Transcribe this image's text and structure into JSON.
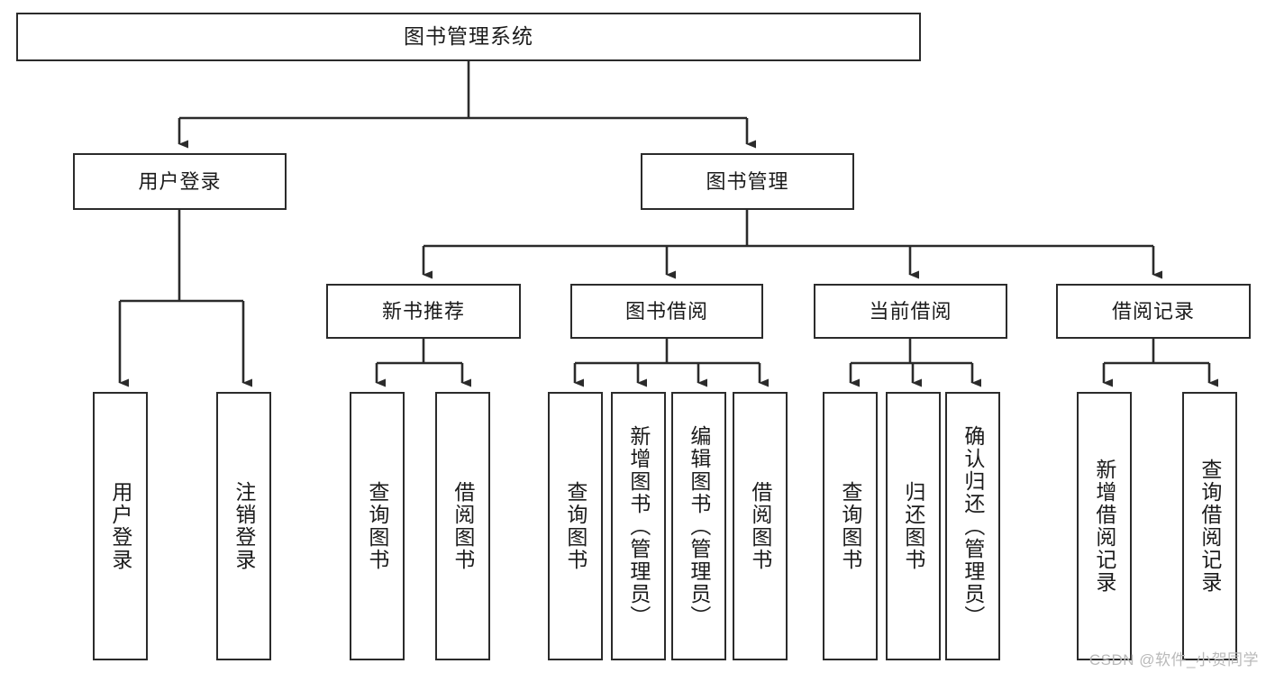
{
  "diagram": {
    "title": "图书管理系统",
    "type": "tree / hierarchy chart",
    "root": {
      "id": "root",
      "label": "图书管理系统"
    },
    "level2": [
      {
        "id": "user-login",
        "label": "用户登录"
      },
      {
        "id": "book-manage",
        "label": "图书管理"
      }
    ],
    "level3": [
      {
        "id": "new-book-rec",
        "label": "新书推荐"
      },
      {
        "id": "book-borrow",
        "label": "图书借阅"
      },
      {
        "id": "current-borrow",
        "label": "当前借阅"
      },
      {
        "id": "borrow-record",
        "label": "借阅记录"
      }
    ],
    "leaves": [
      {
        "id": "leaf-user-login",
        "label": "用户登录",
        "parent": "user-login"
      },
      {
        "id": "leaf-user-logout",
        "label": "注销登录",
        "parent": "user-login"
      },
      {
        "id": "leaf-query-book-1",
        "label": "查询图书",
        "parent": "new-book-rec"
      },
      {
        "id": "leaf-borrow-book-1",
        "label": "借阅图书",
        "parent": "new-book-rec"
      },
      {
        "id": "leaf-query-book-2",
        "label": "查询图书",
        "parent": "book-borrow"
      },
      {
        "id": "leaf-add-book",
        "label": "新增图书（管理员）",
        "parent": "book-borrow"
      },
      {
        "id": "leaf-edit-book",
        "label": "编辑图书（管理员）",
        "parent": "book-borrow"
      },
      {
        "id": "leaf-borrow-book-2",
        "label": "借阅图书",
        "parent": "book-borrow"
      },
      {
        "id": "leaf-query-book-3",
        "label": "查询图书",
        "parent": "current-borrow"
      },
      {
        "id": "leaf-return-book",
        "label": "归还图书",
        "parent": "current-borrow"
      },
      {
        "id": "leaf-confirm-return",
        "label": "确认归还（管理员）",
        "parent": "current-borrow"
      },
      {
        "id": "leaf-add-record",
        "label": "新增借阅记录",
        "parent": "borrow-record"
      },
      {
        "id": "leaf-query-record",
        "label": "查询借阅记录",
        "parent": "borrow-record"
      }
    ],
    "colors": {
      "line": "#2b2b2b",
      "box_fill": "#ffffff",
      "text": "#1b1b1b",
      "watermark": "#b9b9b9"
    }
  },
  "watermark": {
    "text": "CSDN @软件_小贺同学"
  }
}
